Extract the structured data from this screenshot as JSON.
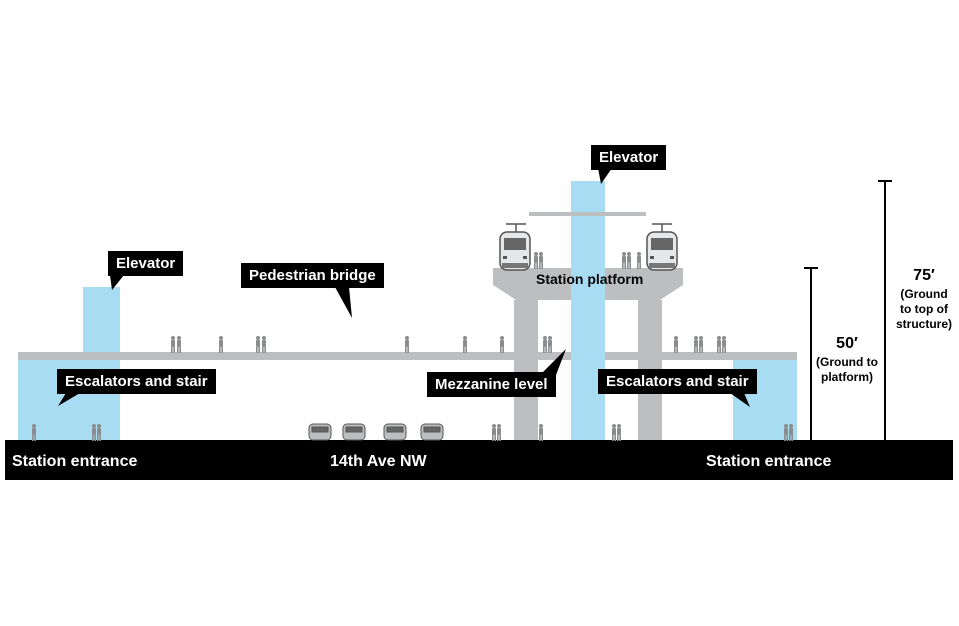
{
  "callouts": {
    "elevator_left": "Elevator",
    "pedestrian_bridge": "Pedestrian bridge",
    "escalators_left": "Escalators and stair",
    "elevator_right": "Elevator",
    "mezzanine": "Mezzanine level",
    "escalators_right": "Escalators and stair"
  },
  "labels": {
    "station_platform": "Station platform",
    "entrance_left": "Station entrance",
    "street": "14th Ave NW",
    "entrance_right": "Station entrance"
  },
  "dimensions": {
    "platform_height": "50′",
    "platform_note_1": "(Ground to",
    "platform_note_2": "platform)",
    "structure_height": "75′",
    "structure_note_1": "(Ground",
    "structure_note_2": "to top of",
    "structure_note_3": "structure)"
  },
  "colors": {
    "ground": "#000000",
    "structure": "#bcbec0",
    "vertical_circulation": "#a8dcf2",
    "people": "#8a8c8e"
  },
  "icons": [
    "person-icon",
    "car-icon",
    "train-icon"
  ]
}
